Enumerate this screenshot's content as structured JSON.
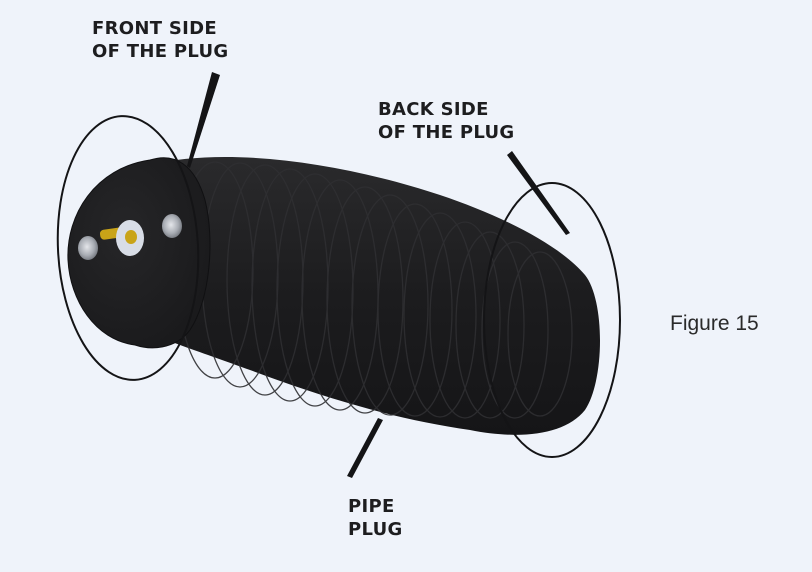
{
  "labels": {
    "front": {
      "line1": "FRONT SIDE",
      "line2": "OF THE PLUG"
    },
    "back": {
      "line1": "BACK SIDE",
      "line2": "OF THE PLUG"
    },
    "pipe": {
      "line1": "PIPE",
      "line2": "PLUG"
    }
  },
  "caption": "Figure 15",
  "colors": {
    "background": "#eff3fa",
    "plug_body": "#1e1e20",
    "outline": "#141416",
    "rod": "#c9a418",
    "washer": "#d8dde6"
  }
}
